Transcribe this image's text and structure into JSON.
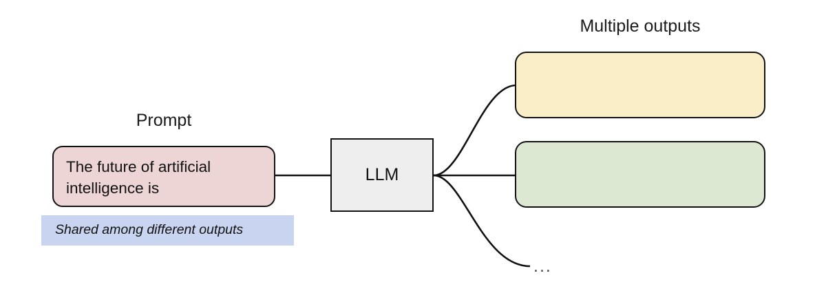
{
  "diagram": {
    "title_visible": false,
    "background_color": "#ffffff",
    "stroke_color": "#111111"
  },
  "labels": {
    "prompt": "Prompt",
    "multiple_outputs": "Multiple outputs"
  },
  "prompt_node": {
    "text": "The future of artificial intelligence is",
    "fill_color": "#eed5d5"
  },
  "model_node": {
    "text": "LLM",
    "fill_color": "#eeeeee"
  },
  "outputs": [
    {
      "text": "",
      "fill_color": "#faeec8"
    },
    {
      "text": "",
      "fill_color": "#dde8d2"
    }
  ],
  "ellipsis": "...",
  "annotation": {
    "text": "Shared among different outputs",
    "highlight_color": "#c9d5f0"
  }
}
